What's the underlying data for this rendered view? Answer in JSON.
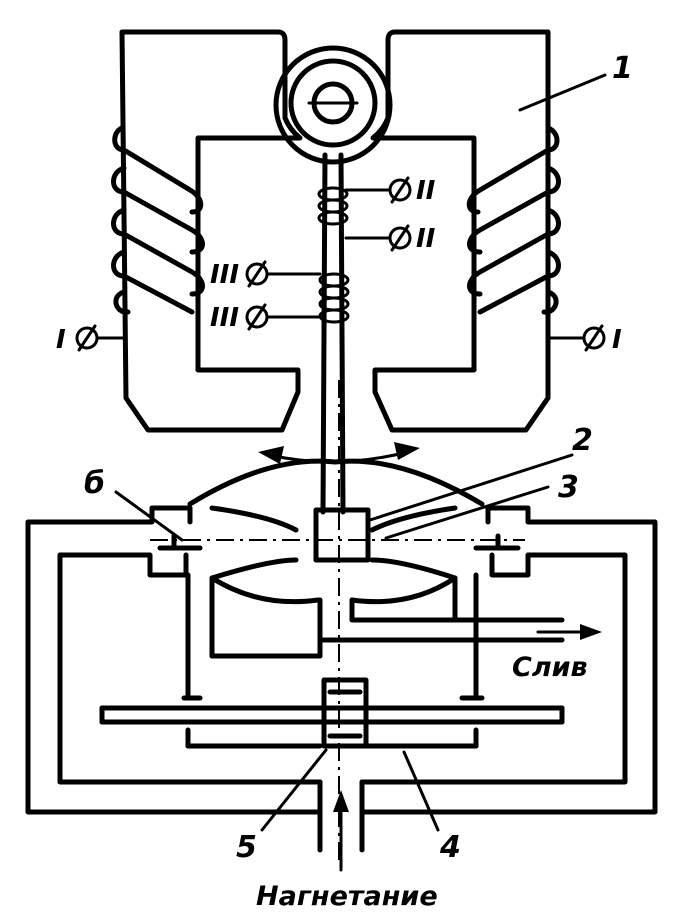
{
  "labels": {
    "part_1": "1",
    "part_2": "2",
    "part_3": "3",
    "part_4": "4",
    "part_5": "5",
    "part_6": "б",
    "terminal_I_left": "I",
    "terminal_I_right": "I",
    "terminal_II_upper": "II",
    "terminal_II_lower": "II",
    "terminal_III_upper": "III",
    "terminal_III_lower": "III",
    "drain": "Слив",
    "supply": "Нагнетание"
  }
}
